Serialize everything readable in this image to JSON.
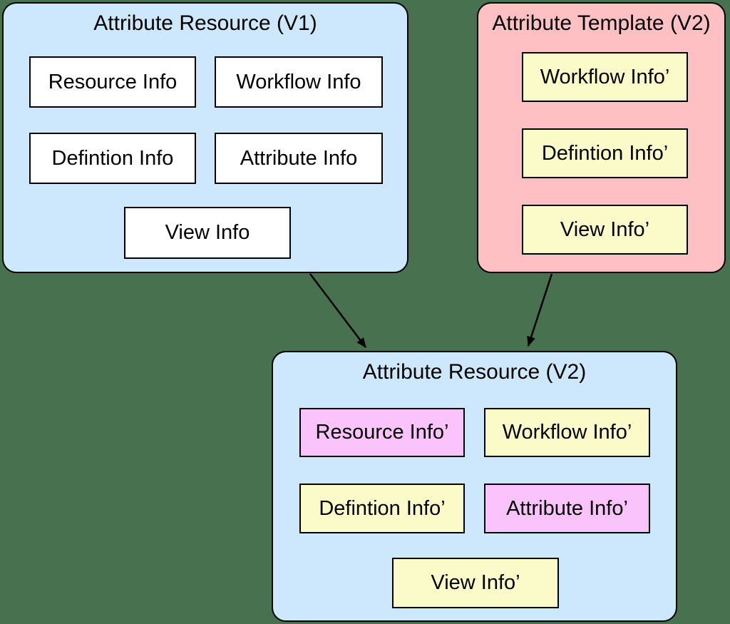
{
  "colors": {
    "background": "#47714F",
    "container_blue": "#CDE8FD",
    "container_pink": "#FFC0C4",
    "box_white": "#FFFFFF",
    "box_yellow": "#FBFBC9",
    "box_magenta": "#FBC3FB",
    "border": "#000000",
    "arrow": "#000000",
    "text": "#000000"
  },
  "diagram": {
    "v1": {
      "title": "Attribute Resource (V1)",
      "boxes": [
        {
          "label": "Resource Info"
        },
        {
          "label": "Workflow Info"
        },
        {
          "label": "Defintion Info"
        },
        {
          "label": "Attribute Info"
        },
        {
          "label": "View Info"
        }
      ]
    },
    "template": {
      "title": "Attribute Template (V2)",
      "boxes": [
        {
          "label": "Workflow Info’"
        },
        {
          "label": "Defintion Info’"
        },
        {
          "label": "View Info’"
        }
      ]
    },
    "v2": {
      "title": "Attribute Resource (V2)",
      "boxes": [
        {
          "label": "Resource Info’"
        },
        {
          "label": "Workflow Info’"
        },
        {
          "label": "Defintion Info’"
        },
        {
          "label": "Attribute Info’"
        },
        {
          "label": "View Info’"
        }
      ]
    },
    "arrows": [
      {
        "from": "attribute-resource-v1",
        "to": "attribute-resource-v2"
      },
      {
        "from": "attribute-template-v2",
        "to": "attribute-resource-v2"
      }
    ]
  }
}
